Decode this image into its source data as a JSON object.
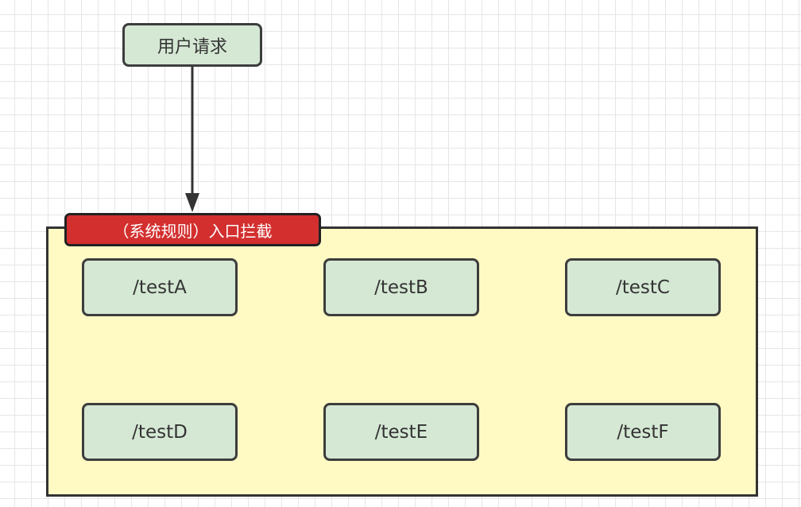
{
  "diagram": {
    "request_label": "用户请求",
    "entry_label": "（系统规则）入口拦截",
    "endpoints": [
      "/testA",
      "/testB",
      "/testC",
      "/testD",
      "/testE",
      "/testF"
    ]
  },
  "colors": {
    "request_fill": "#d5e8d4",
    "endpoint_fill": "#d5e8d4",
    "container_fill": "#fff9c4",
    "entry_fill": "#d32f2f",
    "stroke": "#333333"
  }
}
